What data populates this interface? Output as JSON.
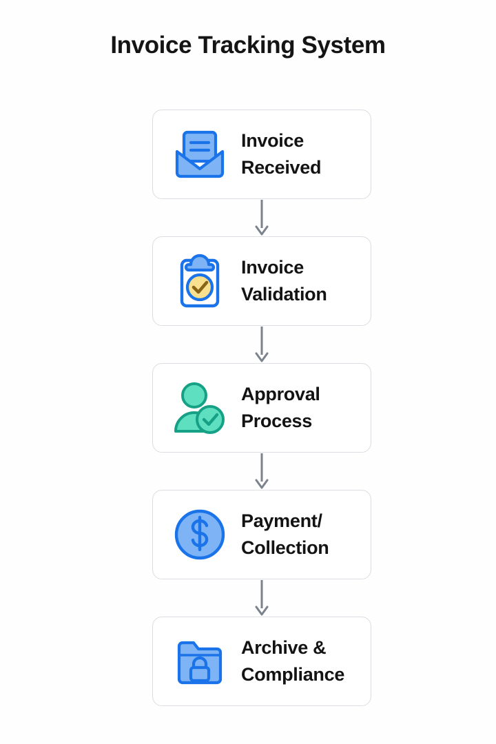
{
  "page": {
    "title": "Invoice Tracking System",
    "background_color": "#fefefe"
  },
  "colors": {
    "blue_stroke": "#1a73e8",
    "blue_fill": "#7eb4f5",
    "teal_stroke": "#16a085",
    "teal_fill": "#5ee0c0",
    "yellow_fill": "#f8e08e",
    "check_brown": "#8a6416",
    "card_border": "#dadde1",
    "arrow_gray": "#7a828c",
    "text": "#131313"
  },
  "flow": {
    "steps": [
      {
        "id": "invoice-received",
        "label": "Invoice\nReceived",
        "icon": "envelope-open-icon"
      },
      {
        "id": "invoice-validation",
        "label": "Invoice\nValidation",
        "icon": "clipboard-check-icon"
      },
      {
        "id": "approval-process",
        "label": "Approval\nProcess",
        "icon": "user-check-icon"
      },
      {
        "id": "payment-collection",
        "label": "Payment/\nCollection",
        "icon": "dollar-coin-icon"
      },
      {
        "id": "archive-compliance",
        "label": "Archive &\nCompliance",
        "icon": "folder-lock-icon"
      }
    ],
    "connectors": [
      {
        "id": "connector-1",
        "icon": "arrow-down-icon"
      },
      {
        "id": "connector-2",
        "icon": "arrow-down-icon"
      },
      {
        "id": "connector-3",
        "icon": "arrow-down-icon"
      },
      {
        "id": "connector-4",
        "icon": "arrow-down-icon"
      }
    ]
  }
}
